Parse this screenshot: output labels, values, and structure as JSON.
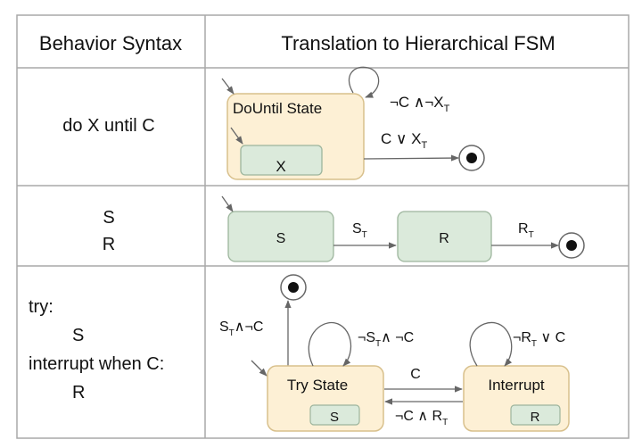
{
  "header": {
    "col1": "Behavior Syntax",
    "col2": "Translation to Hierarchical FSM"
  },
  "rows": [
    {
      "syntax": [
        "do X until C"
      ],
      "fsm": {
        "outer_state": "DoUntil State",
        "inner_state": "X",
        "self_loop": {
          "base": "¬C ∧¬X",
          "sub": "T"
        },
        "exit": {
          "base": "C ∨ X",
          "sub": "T"
        }
      }
    },
    {
      "syntax": [
        "S",
        "R"
      ],
      "fsm": {
        "state1": "S",
        "state2": "R",
        "edge1": {
          "base": "S",
          "sub": "T"
        },
        "edge2": {
          "base": "R",
          "sub": "T"
        }
      }
    },
    {
      "syntax": [
        "try:",
        "S",
        "interrupt when C:",
        "R"
      ],
      "fsm": {
        "try_state": "Try State",
        "try_inner": "S",
        "interrupt_state": "Interrupt",
        "interrupt_inner": "R",
        "exit_edge": {
          "base1": "S",
          "sub": "T",
          "base2": "∧¬C"
        },
        "try_loop": {
          "base1": "¬S",
          "sub": "T",
          "base2": "∧ ¬C"
        },
        "interrupt_loop": {
          "base1": "¬R",
          "sub": "T",
          "base2": " ∨ C"
        },
        "to_interrupt": "C",
        "to_try": {
          "base": "¬C ∧ R",
          "sub": "T"
        }
      }
    }
  ],
  "colors": {
    "border": "#a9a9a9",
    "outer_state_fill": "#fdf0d5",
    "outer_state_stroke": "#d8c08c",
    "inner_state_fill": "#dbeadb",
    "inner_state_stroke": "#9db59d",
    "edge": "#666666"
  }
}
